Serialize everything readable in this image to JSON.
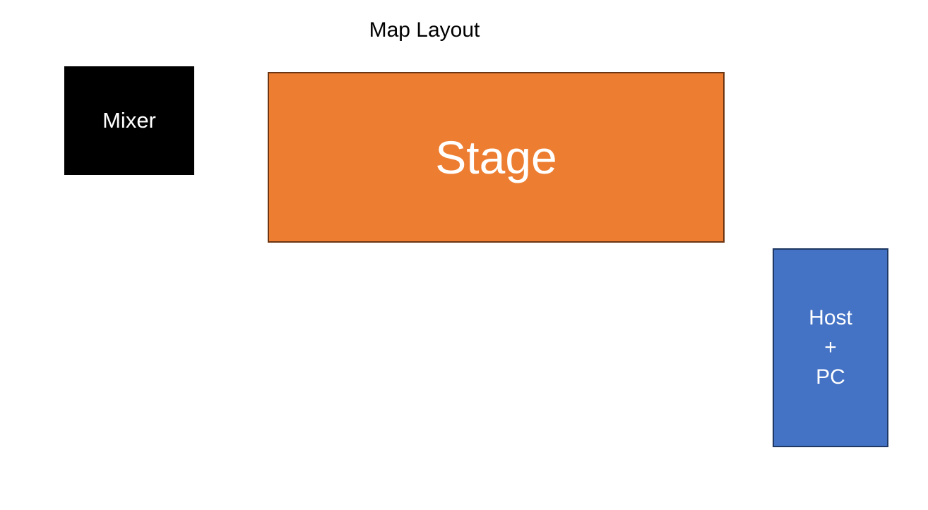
{
  "title": "Map Layout",
  "nodes": {
    "mixer": {
      "label": "Mixer",
      "color": "#000000"
    },
    "stage": {
      "label": "Stage",
      "color": "#ed7d31"
    },
    "host": {
      "lines": [
        "Host",
        "+",
        "PC"
      ],
      "color": "#4472c4"
    }
  }
}
